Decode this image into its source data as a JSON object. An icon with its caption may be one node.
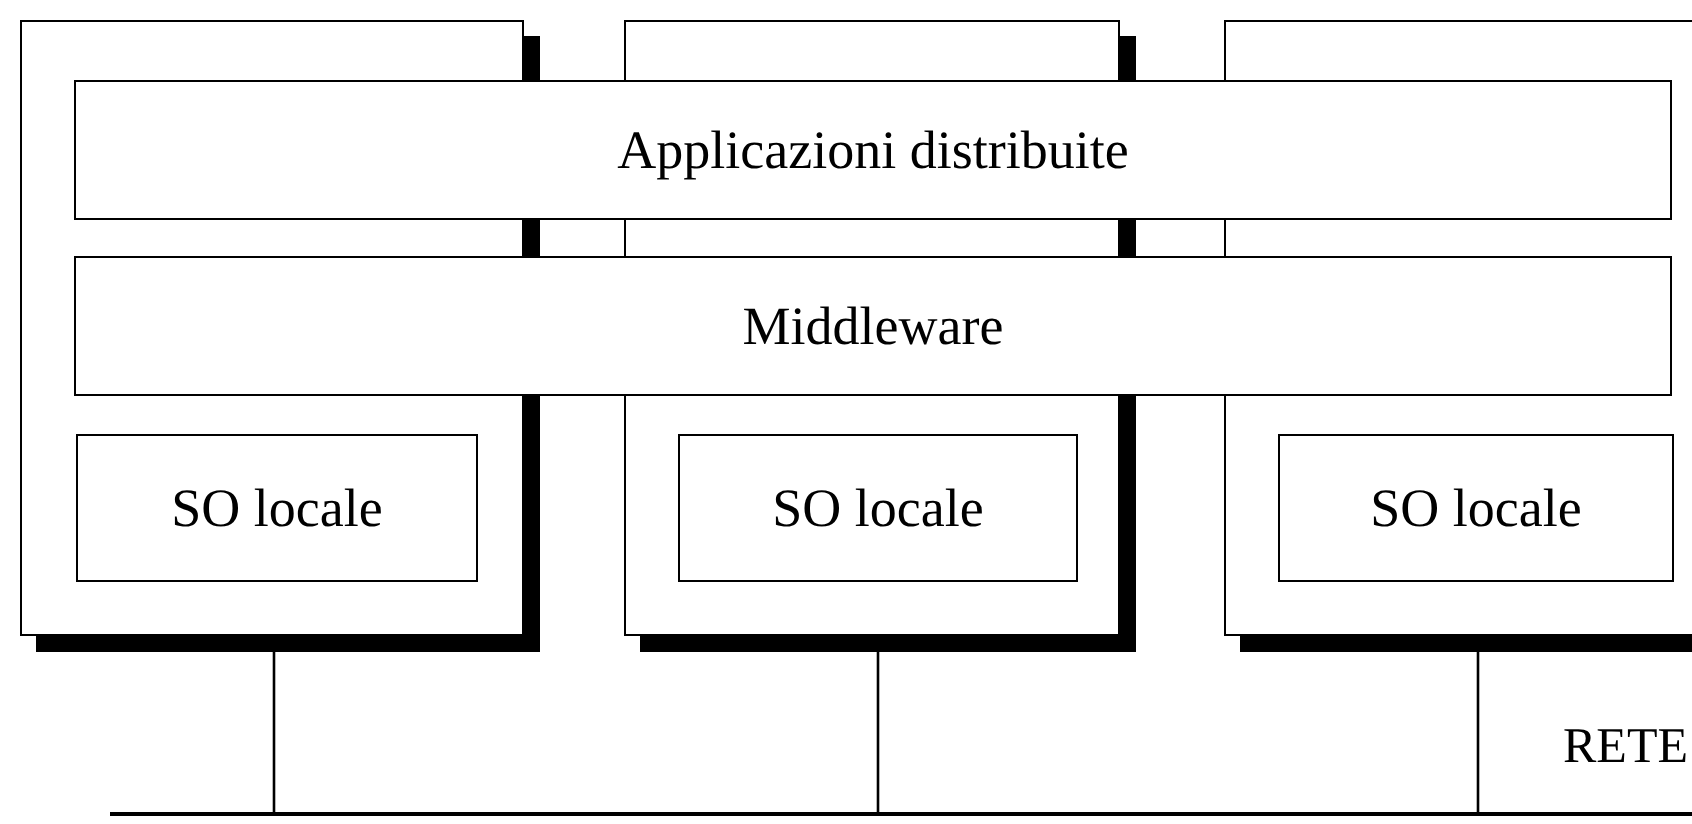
{
  "diagram": {
    "nodes": [
      {
        "text": [],
        "shape": "box"
      },
      {
        "text": [],
        "shape": "box"
      },
      {
        "text": [],
        "shape": "box"
      },
      {
        "text": [
          "Applicazioni distribuite"
        ]
      },
      {
        "text": [
          "Middleware"
        ]
      },
      {
        "text": [
          "SO locale"
        ],
        "in": 0
      },
      {
        "text": [
          "SO locale"
        ],
        "in": 1
      },
      {
        "text": [
          "SO locale"
        ],
        "in": 2
      },
      {
        "text": [],
        "shape": "bar",
        "beside": [
          "RETE"
        ]
      }
    ],
    "edges": [
      {
        "from": 0,
        "to": 8,
        "arrow": "none"
      },
      {
        "from": 1,
        "to": 8,
        "arrow": "none"
      },
      {
        "from": 2,
        "to": 8,
        "arrow": "none"
      }
    ]
  }
}
